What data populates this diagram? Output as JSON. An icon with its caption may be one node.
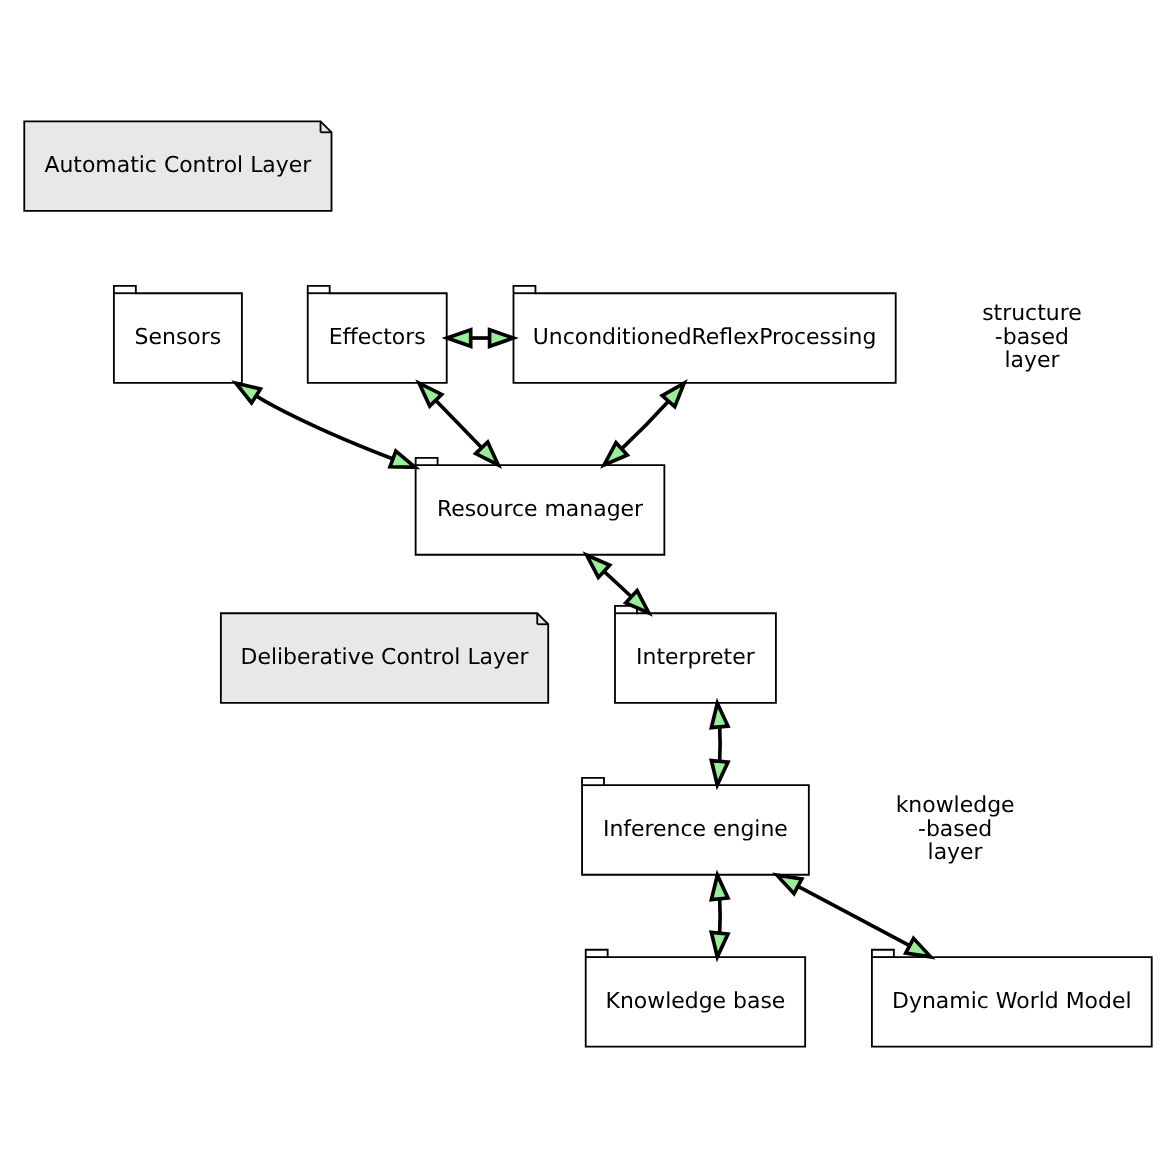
{
  "diagram": {
    "nodes": [
      {
        "text": [
          "Automatic Control Layer"
        ]
      },
      {
        "text": [
          "Effectors"
        ]
      },
      {
        "text": [
          "Sensors"
        ]
      },
      {
        "text": [
          "UnconditionedReflexProcessing"
        ]
      },
      {
        "text": [
          "Resource manager"
        ]
      },
      {
        "text": [
          "Deliberative Control Layer"
        ]
      },
      {
        "text": [
          "Interpreter"
        ]
      },
      {
        "text": [
          "Inference engine"
        ]
      },
      {
        "text": [
          "Knowledge base"
        ]
      },
      {
        "text": [
          "Dynamic World Model"
        ]
      }
    ],
    "edges": [
      {
        "from": 1,
        "to": 4,
        "arrow": "both"
      },
      {
        "from": 1,
        "to": 3,
        "arrow": "both"
      },
      {
        "from": 2,
        "to": 4,
        "arrow": "both"
      },
      {
        "from": 3,
        "to": 4,
        "arrow": "both"
      },
      {
        "from": 4,
        "to": 6,
        "arrow": "both"
      },
      {
        "from": 6,
        "to": 7,
        "arrow": "both"
      },
      {
        "from": 7,
        "to": 8,
        "arrow": "both"
      },
      {
        "from": 7,
        "to": 9,
        "arrow": "both"
      }
    ],
    "labels": [
      "structure -based layer",
      "knowledge -based layer"
    ]
  }
}
